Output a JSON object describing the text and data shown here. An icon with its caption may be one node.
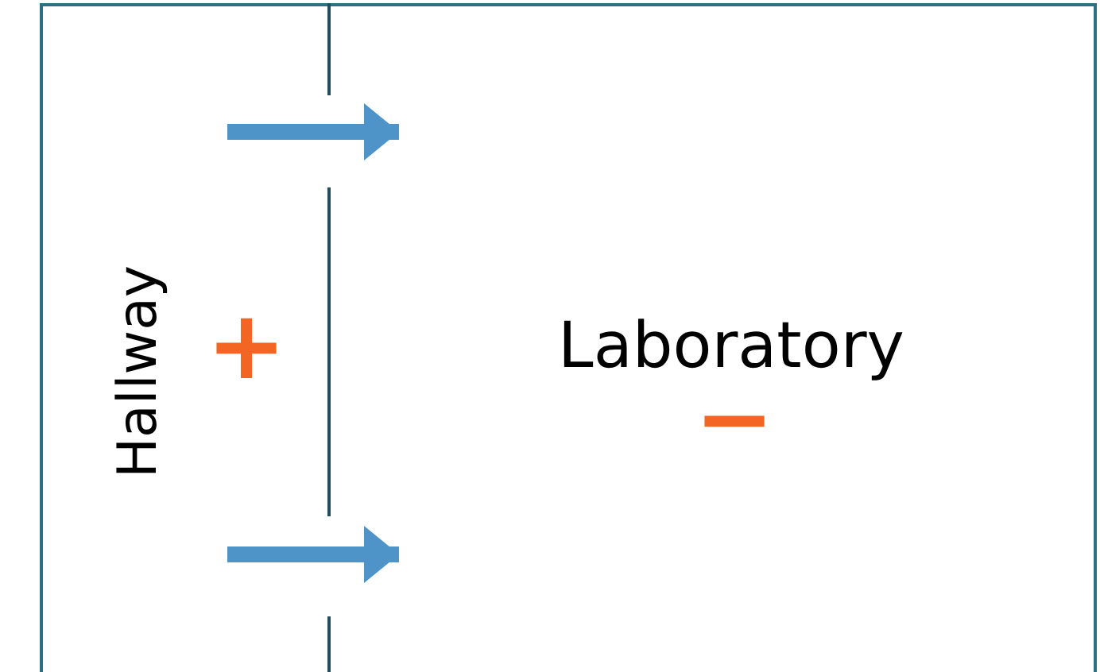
{
  "diagram": {
    "nodes": [
      {
        "text": [
          "Hallway",
          "+"
        ]
      },
      {
        "text": [
          "Laboratory",
          "−"
        ]
      }
    ],
    "edges": [
      {
        "from": 0,
        "to": 1,
        "arrow": "to"
      },
      {
        "from": 0,
        "to": 1,
        "arrow": "to"
      }
    ]
  }
}
